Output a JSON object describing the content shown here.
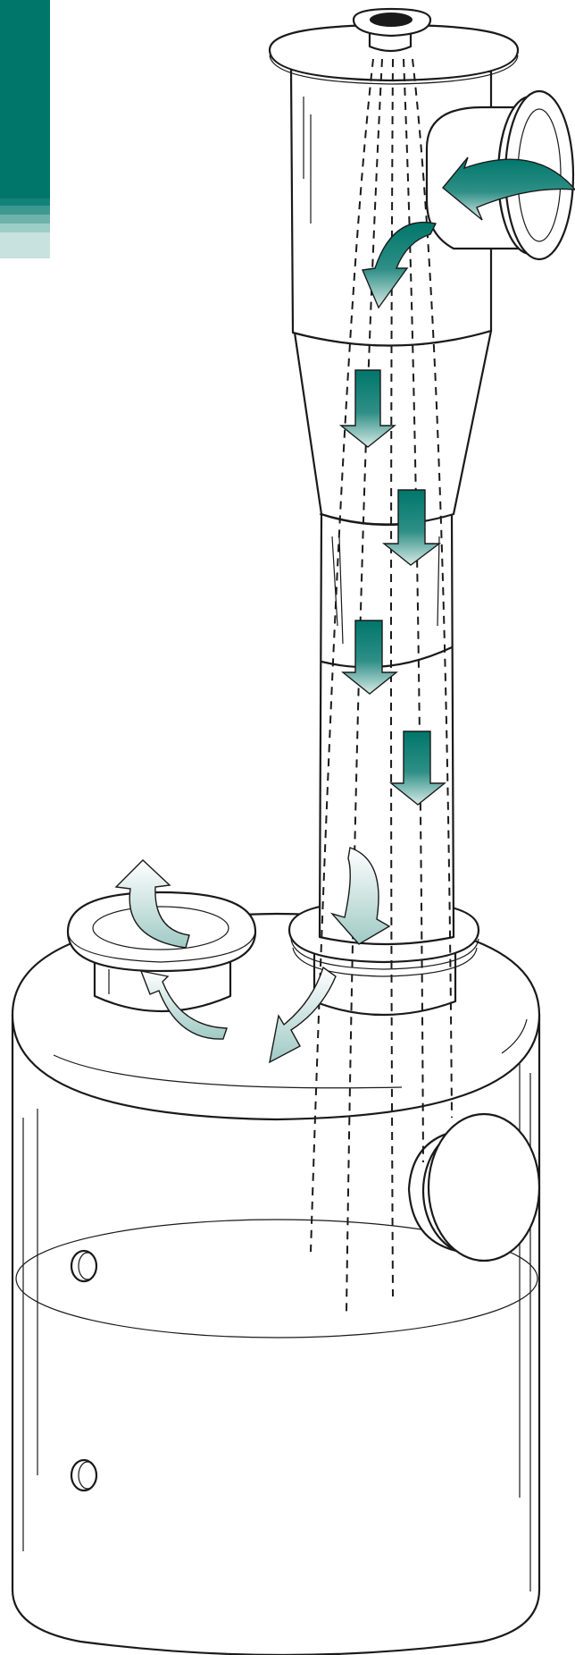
{
  "palette": {
    "accent": "#00766a",
    "accent_light": "#e8f2f1",
    "line": "#1a1a1a",
    "background": "#ffffff"
  },
  "legend_swatch": {
    "shades": [
      "#00766a",
      "#13837a",
      "#3d9990",
      "#6db3ac",
      "#9ccdc7",
      "#c8e2df"
    ]
  },
  "components": {
    "cyclone_lid": "cap-with-center-port",
    "tangential_inlet": "round-flanged-inlet",
    "cone": "conical-section",
    "downpipe": "vertical-tube",
    "drum": "cylindrical-container",
    "side_port": "round-side-port",
    "exhaust_port": "flanged-top-outlet"
  },
  "flow": {
    "dark_arrows": 6,
    "light_arrows": 4
  }
}
